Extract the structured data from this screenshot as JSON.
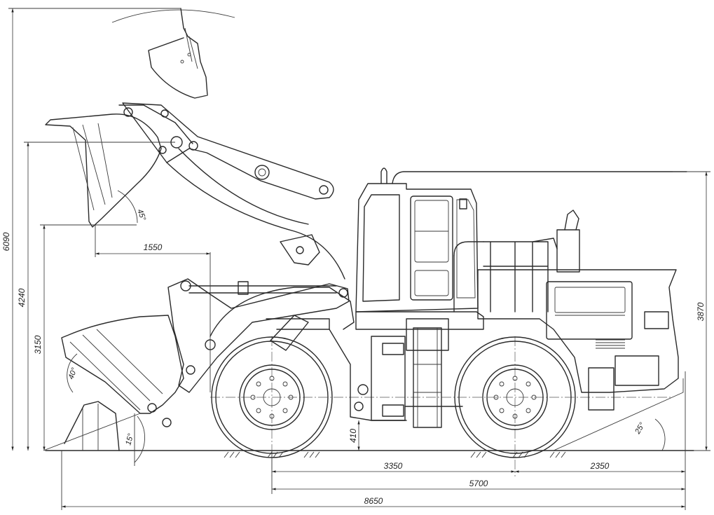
{
  "dimensions": {
    "overall_height": "6090",
    "hinge_pin_height": "4240",
    "dump_clearance": "3150",
    "dump_reach": "1550",
    "ground_clearance": "410",
    "cab_height": "3870",
    "front_axle_to_center": "3350",
    "center_to_rear_axle": "2350",
    "wheelbase": "5700",
    "overall_length": "8650"
  },
  "angles": {
    "dump_angle": "45°",
    "rollback_angle": "40°",
    "approach_angle": "15°",
    "departure_angle": "25°"
  }
}
